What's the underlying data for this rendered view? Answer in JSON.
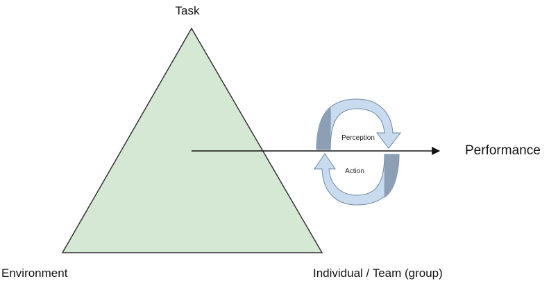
{
  "diagram": {
    "labels": {
      "top": "Task",
      "left": "Environment",
      "right": "Individual / Team (group)",
      "output": "Performance",
      "loop_top": "Perception",
      "loop_bottom": "Action"
    },
    "colors": {
      "triangle_fill": "#d5e8d4",
      "triangle_stroke": "#333333",
      "arrow_light": "#c9dcef",
      "arrow_dark": "#8c9fb4",
      "arrow_stroke": "#6d87a6",
      "line": "#111111"
    }
  }
}
